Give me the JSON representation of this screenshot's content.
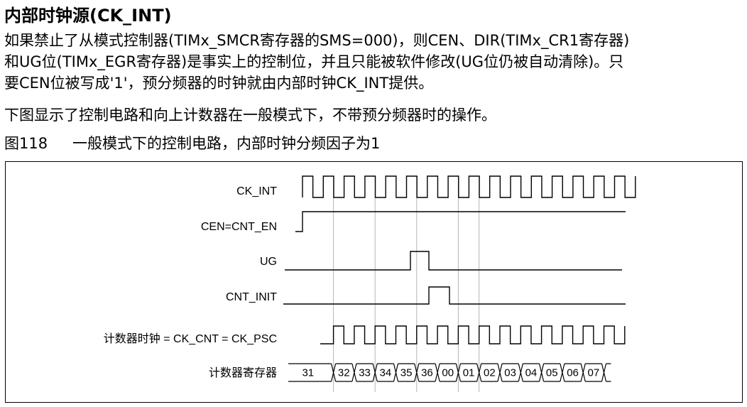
{
  "heading": "内部时钟源(CK_INT)",
  "paragraph1_lines": [
    "如果禁止了从模式控制器(TIMx_SMCR寄存器的SMS=000)，则CEN、DIR(TIMx_CR1寄存器)",
    "和UG位(TIMx_EGR寄存器)是事实上的控制位，并且只能被软件修改(UG位仍被自动清除)。只",
    "要CEN位被写成'1'，预分频器的时钟就由内部时钟CK_INT提供。"
  ],
  "paragraph2": "下图显示了控制电路和向上计数器在一般模式下，不带预分频器时的操作。",
  "figure": {
    "id": "图118",
    "caption": "一般模式下的控制电路，内部时钟分频因子为1"
  },
  "timing": {
    "signals": [
      {
        "key": "ck_int",
        "label": "CK_INT"
      },
      {
        "key": "cen",
        "label": "CEN=CNT_EN"
      },
      {
        "key": "ug",
        "label": "UG"
      },
      {
        "key": "cnt_init",
        "label": "CNT_INIT"
      },
      {
        "key": "ck_cnt",
        "label": "计数器时钟 = CK_CNT = CK_PSC"
      },
      {
        "key": "counter",
        "label": "计数器寄存器"
      }
    ],
    "counter_values": [
      "31",
      "32",
      "33",
      "34",
      "35",
      "36",
      "00",
      "01",
      "02",
      "03",
      "04",
      "05",
      "06",
      "07"
    ]
  }
}
